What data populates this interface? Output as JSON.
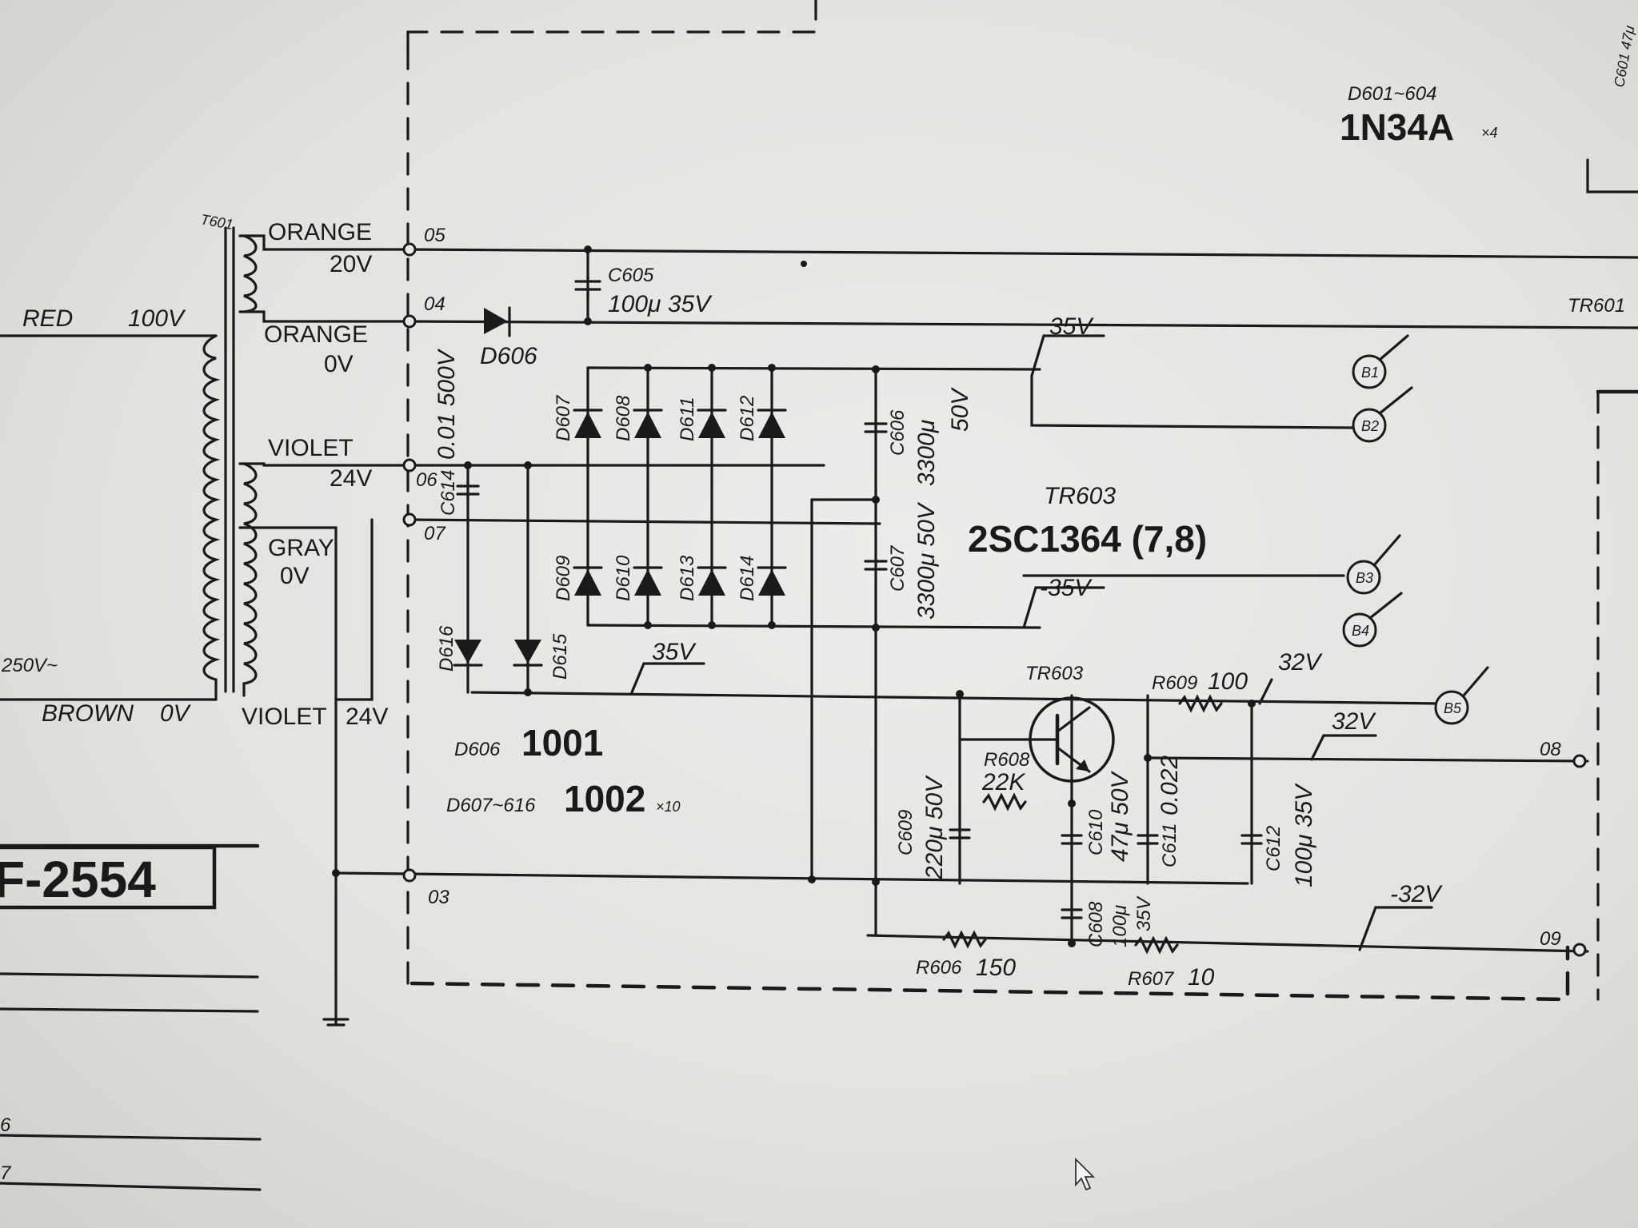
{
  "transformer": {
    "ref": "T601",
    "primary": {
      "top": "RED",
      "top_v": "100V",
      "tap": "250V~",
      "bottom": "BROWN",
      "bottom_v": "0V"
    },
    "secondary": [
      {
        "color": "ORANGE",
        "volt": "20V"
      },
      {
        "color": "ORANGE",
        "volt": "0V"
      },
      {
        "color": "VIOLET",
        "volt": "24V"
      },
      {
        "color": "GRAY",
        "volt": "0V"
      },
      {
        "color": "VIOLET",
        "volt": "24V"
      }
    ]
  },
  "terminals": [
    "05",
    "04",
    "06",
    "07",
    "03",
    "08",
    "09"
  ],
  "capacitors": {
    "c605": {
      "ref": "C605",
      "value": "100μ 35V"
    },
    "c606": {
      "ref": "C606",
      "value": "3300μ",
      "volt": "50V"
    },
    "c607": {
      "ref": "C607",
      "value": "3300μ 50V"
    },
    "c608": {
      "ref": "C608",
      "value": "100μ",
      "volt": "35V"
    },
    "c609": {
      "ref": "C609",
      "value": "220μ 50V"
    },
    "c610": {
      "ref": "C610",
      "value": "47μ 50V"
    },
    "c611": {
      "ref": "C611",
      "value": "0.022"
    },
    "c612": {
      "ref": "C612",
      "value": "100μ 35V"
    },
    "c614": {
      "ref": "C614",
      "value": "0.01 500V"
    }
  },
  "diodes": {
    "d606": "D606",
    "top_row": [
      "D607",
      "D608",
      "D611",
      "D612"
    ],
    "bottom_row": [
      "D609",
      "D610",
      "D613",
      "D614"
    ],
    "d615": "D615",
    "d616": "D616",
    "part_d606": {
      "ref": "D606",
      "part": "1001"
    },
    "part_d607_616": {
      "ref": "D607~616",
      "part": "1002",
      "qty": "×10"
    },
    "part_d601_604": {
      "ref": "D601~604",
      "part": "1N34A",
      "qty": "×4"
    }
  },
  "transistors": {
    "tr603_part": {
      "ref": "TR603",
      "part": "2SC1364 (7,8)"
    },
    "tr603_symbol": "TR603",
    "tr601": "TR601"
  },
  "resistors": {
    "r606": {
      "ref": "R606",
      "value": "150"
    },
    "r607": {
      "ref": "R607",
      "value": "10"
    },
    "r608": {
      "ref": "R608",
      "value": "22K"
    },
    "r609": {
      "ref": "R609",
      "value": "100"
    }
  },
  "voltages": {
    "v1": "35V",
    "v2": "-35V",
    "v3": "35V",
    "v4": "32V",
    "v5": "32V",
    "v6": "-32V"
  },
  "outputs": [
    "B1",
    "B2",
    "B3",
    "B4",
    "B5"
  ],
  "board": "F-2554",
  "corner_label": "C601 47μ",
  "side_numbers": [
    "6",
    "7"
  ]
}
